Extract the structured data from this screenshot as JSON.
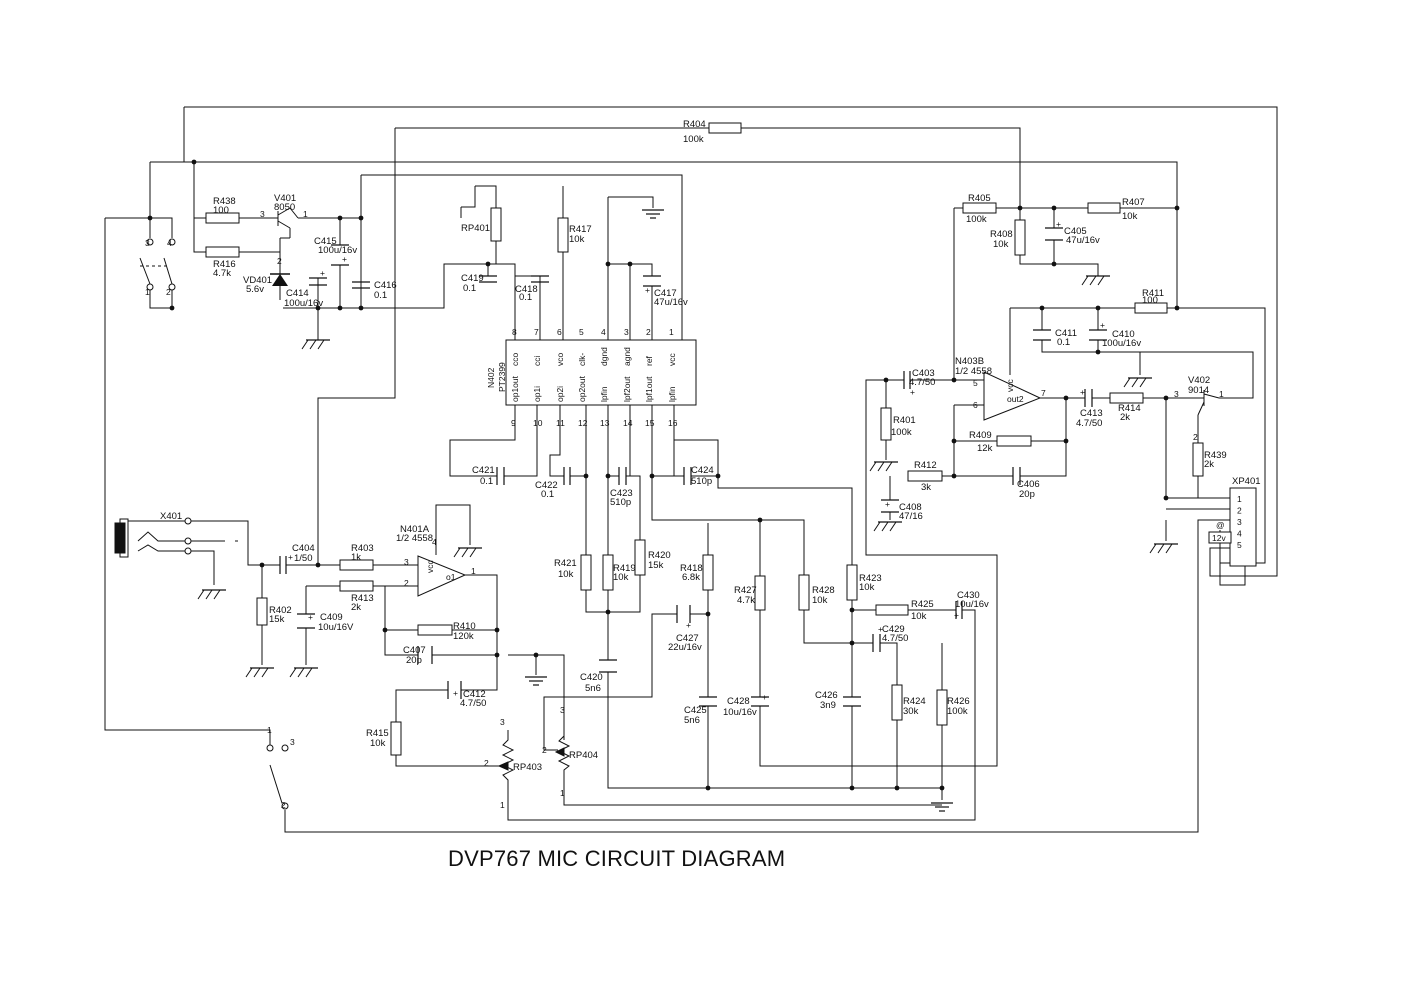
{
  "title": "DVP767 MIC CIRCUIT DIAGRAM",
  "components": {
    "R404": {
      "ref": "R404",
      "value": "100k"
    },
    "R438": {
      "ref": "R438",
      "value": "100"
    },
    "R416": {
      "ref": "R416",
      "value": "4.7k"
    },
    "V401": {
      "ref": "V401",
      "value": "8050"
    },
    "VD401": {
      "ref": "VD401",
      "value": "5.6v"
    },
    "C415": {
      "ref": "C415",
      "value": "100u/16v"
    },
    "C416": {
      "ref": "C416",
      "value": "0.1"
    },
    "C414": {
      "ref": "C414",
      "value": "100u/16v"
    },
    "RP401": {
      "ref": "RP401",
      "value": ""
    },
    "R417": {
      "ref": "R417",
      "value": "10k"
    },
    "C419": {
      "ref": "C419",
      "value": "0.1"
    },
    "C418": {
      "ref": "C418",
      "value": "0.1"
    },
    "C417": {
      "ref": "C417",
      "value": "47u/16v"
    },
    "N402": {
      "ref": "N402",
      "value": "PT2399"
    },
    "C421": {
      "ref": "C421",
      "value": "0.1"
    },
    "C422": {
      "ref": "C422",
      "value": "0.1"
    },
    "C423": {
      "ref": "C423",
      "value": "510p"
    },
    "C424": {
      "ref": "C424",
      "value": "510p"
    },
    "R421": {
      "ref": "R421",
      "value": "10k"
    },
    "R419": {
      "ref": "R419",
      "value": "10k"
    },
    "R420": {
      "ref": "R420",
      "value": "15k"
    },
    "R418": {
      "ref": "R418",
      "value": "6.8k"
    },
    "C427": {
      "ref": "C427",
      "value": "22u/16v"
    },
    "C420": {
      "ref": "C420",
      "value": "5n6"
    },
    "C425": {
      "ref": "C425",
      "value": "5n6"
    },
    "C428": {
      "ref": "C428",
      "value": "10u/16v"
    },
    "R427": {
      "ref": "R427",
      "value": "4.7k"
    },
    "R428": {
      "ref": "R428",
      "value": "10k"
    },
    "R423": {
      "ref": "R423",
      "value": "10k"
    },
    "R425": {
      "ref": "R425",
      "value": "10k"
    },
    "C430": {
      "ref": "C430",
      "value": "10u/16v"
    },
    "C429": {
      "ref": "C429",
      "value": "4.7/50"
    },
    "C426": {
      "ref": "C426",
      "value": "3n9"
    },
    "R424": {
      "ref": "R424",
      "value": "30k"
    },
    "R426": {
      "ref": "R426",
      "value": "100k"
    },
    "X401": {
      "ref": "X401",
      "value": ""
    },
    "C404": {
      "ref": "C404",
      "value": "1/50"
    },
    "R403": {
      "ref": "R403",
      "value": "1k"
    },
    "R413": {
      "ref": "R413",
      "value": "2k"
    },
    "R402": {
      "ref": "R402",
      "value": "15k"
    },
    "C409": {
      "ref": "C409",
      "value": "10u/16V"
    },
    "N401A": {
      "ref": "N401A",
      "value": "1/2 4558"
    },
    "R410": {
      "ref": "R410",
      "value": "120k"
    },
    "C407": {
      "ref": "C407",
      "value": "20p"
    },
    "C412": {
      "ref": "C412",
      "value": "4.7/50"
    },
    "R415": {
      "ref": "R415",
      "value": "10k"
    },
    "RP403": {
      "ref": "RP403",
      "value": ""
    },
    "RP404": {
      "ref": "RP404",
      "value": ""
    },
    "R405": {
      "ref": "R405",
      "value": "100k"
    },
    "R408": {
      "ref": "R408",
      "value": "10k"
    },
    "C405": {
      "ref": "C405",
      "value": "47u/16v"
    },
    "R407": {
      "ref": "R407",
      "value": "10k"
    },
    "R411": {
      "ref": "R411",
      "value": "100"
    },
    "C411": {
      "ref": "C411",
      "value": "0.1"
    },
    "C410": {
      "ref": "C410",
      "value": "100u/16v"
    },
    "N403B": {
      "ref": "N403B",
      "value": "1/2 4558"
    },
    "C403": {
      "ref": "C403",
      "value": "4.7/50"
    },
    "R401": {
      "ref": "R401",
      "value": "100k"
    },
    "R409": {
      "ref": "R409",
      "value": "12k"
    },
    "R412": {
      "ref": "R412",
      "value": "3k"
    },
    "C406": {
      "ref": "C406",
      "value": "20p"
    },
    "C408": {
      "ref": "C408",
      "value": "47/16"
    },
    "C413": {
      "ref": "C413",
      "value": "4.7/50"
    },
    "R414": {
      "ref": "R414",
      "value": "2k"
    },
    "V402": {
      "ref": "V402",
      "value": "9014"
    },
    "R439": {
      "ref": "R439",
      "value": "2k"
    },
    "XP401": {
      "ref": "XP401",
      "value": ""
    }
  },
  "ic_pins": {
    "top_numbers": [
      "8",
      "7",
      "6",
      "5",
      "4",
      "3",
      "2",
      "1"
    ],
    "top_names": [
      "cco",
      "cci",
      "vco",
      "clk-",
      "dgnd",
      "agnd",
      "ref",
      "vcc"
    ],
    "bottom_numbers": [
      "9",
      "10",
      "11",
      "12",
      "13",
      "14",
      "15",
      "16"
    ],
    "bottom_names": [
      "op1out",
      "op1i",
      "op2i",
      "op2out",
      "lpfin",
      "lpf2out",
      "lpf1out",
      "lpfin"
    ]
  },
  "opamp_pins": {
    "n401_plus": "3",
    "n401_minus": "2",
    "n401_out": "1",
    "n401_vcc": "4",
    "n401_vcc_label": "vcc",
    "n401_out_label": "o1",
    "n403_plus": "5",
    "n403_minus": "6",
    "n403_out": "7",
    "n403_vcc_label": "vcc",
    "n403_out_label": "out2"
  },
  "pins": {
    "sw_top_3": "3",
    "sw_top_4": "4",
    "sw_top_1": "1",
    "sw_top_2": "2",
    "v401_3": "3",
    "v401_1": "1",
    "v401_2": "2",
    "v402_3": "3",
    "v402_1": "1",
    "v402_2": "2",
    "sw_bot_1": "1",
    "sw_bot_3": "3",
    "sw_bot_2": "2",
    "rp403_3": "3",
    "rp403_2": "2",
    "rp403_1": "1",
    "rp404_3": "3",
    "rp404_2": "2",
    "rp404_1": "1"
  },
  "xp401_pins": [
    "1",
    "2",
    "3",
    "4",
    "5"
  ],
  "xp401_extra": {
    "at": "@",
    "v12": "12v"
  }
}
